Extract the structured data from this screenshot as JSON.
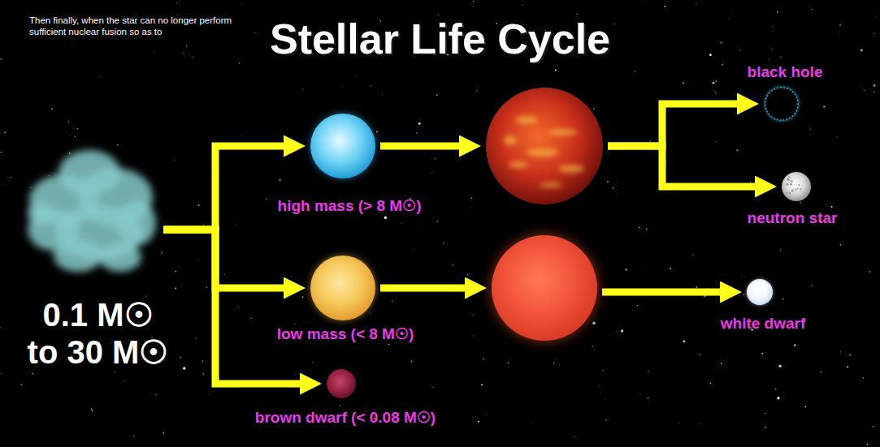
{
  "diagram": {
    "title": "Stellar Life Cycle",
    "nodes": [
      {
        "text": [
          "0.1 M☉ to 30 M☉"
        ]
      },
      {
        "text": [
          "high mass (> 8 M☉)"
        ]
      },
      {
        "text": []
      },
      {
        "text": [
          "black hole"
        ]
      },
      {
        "text": [
          "neutron star"
        ]
      },
      {
        "text": [
          "low mass (< 8 M☉)"
        ]
      },
      {
        "text": []
      },
      {
        "text": [
          "white dwarf"
        ]
      },
      {
        "text": [
          "brown dwarf (< 0.08 M☉)"
        ]
      }
    ],
    "edges": [
      {
        "from": 0,
        "to": 1,
        "arrow": "to"
      },
      {
        "from": 0,
        "to": 5,
        "arrow": "to"
      },
      {
        "from": 0,
        "to": 8,
        "arrow": "to"
      },
      {
        "from": 1,
        "to": 2,
        "arrow": "to"
      },
      {
        "from": 2,
        "to": 3,
        "arrow": "to"
      },
      {
        "from": 2,
        "to": 4,
        "arrow": "to"
      },
      {
        "from": 5,
        "to": 6,
        "arrow": "to"
      },
      {
        "from": 6,
        "to": 7,
        "arrow": "to"
      }
    ],
    "labels": [
      "Then finally, when the star can no longer perform sufficient nuclear fusion so as to"
    ]
  }
}
